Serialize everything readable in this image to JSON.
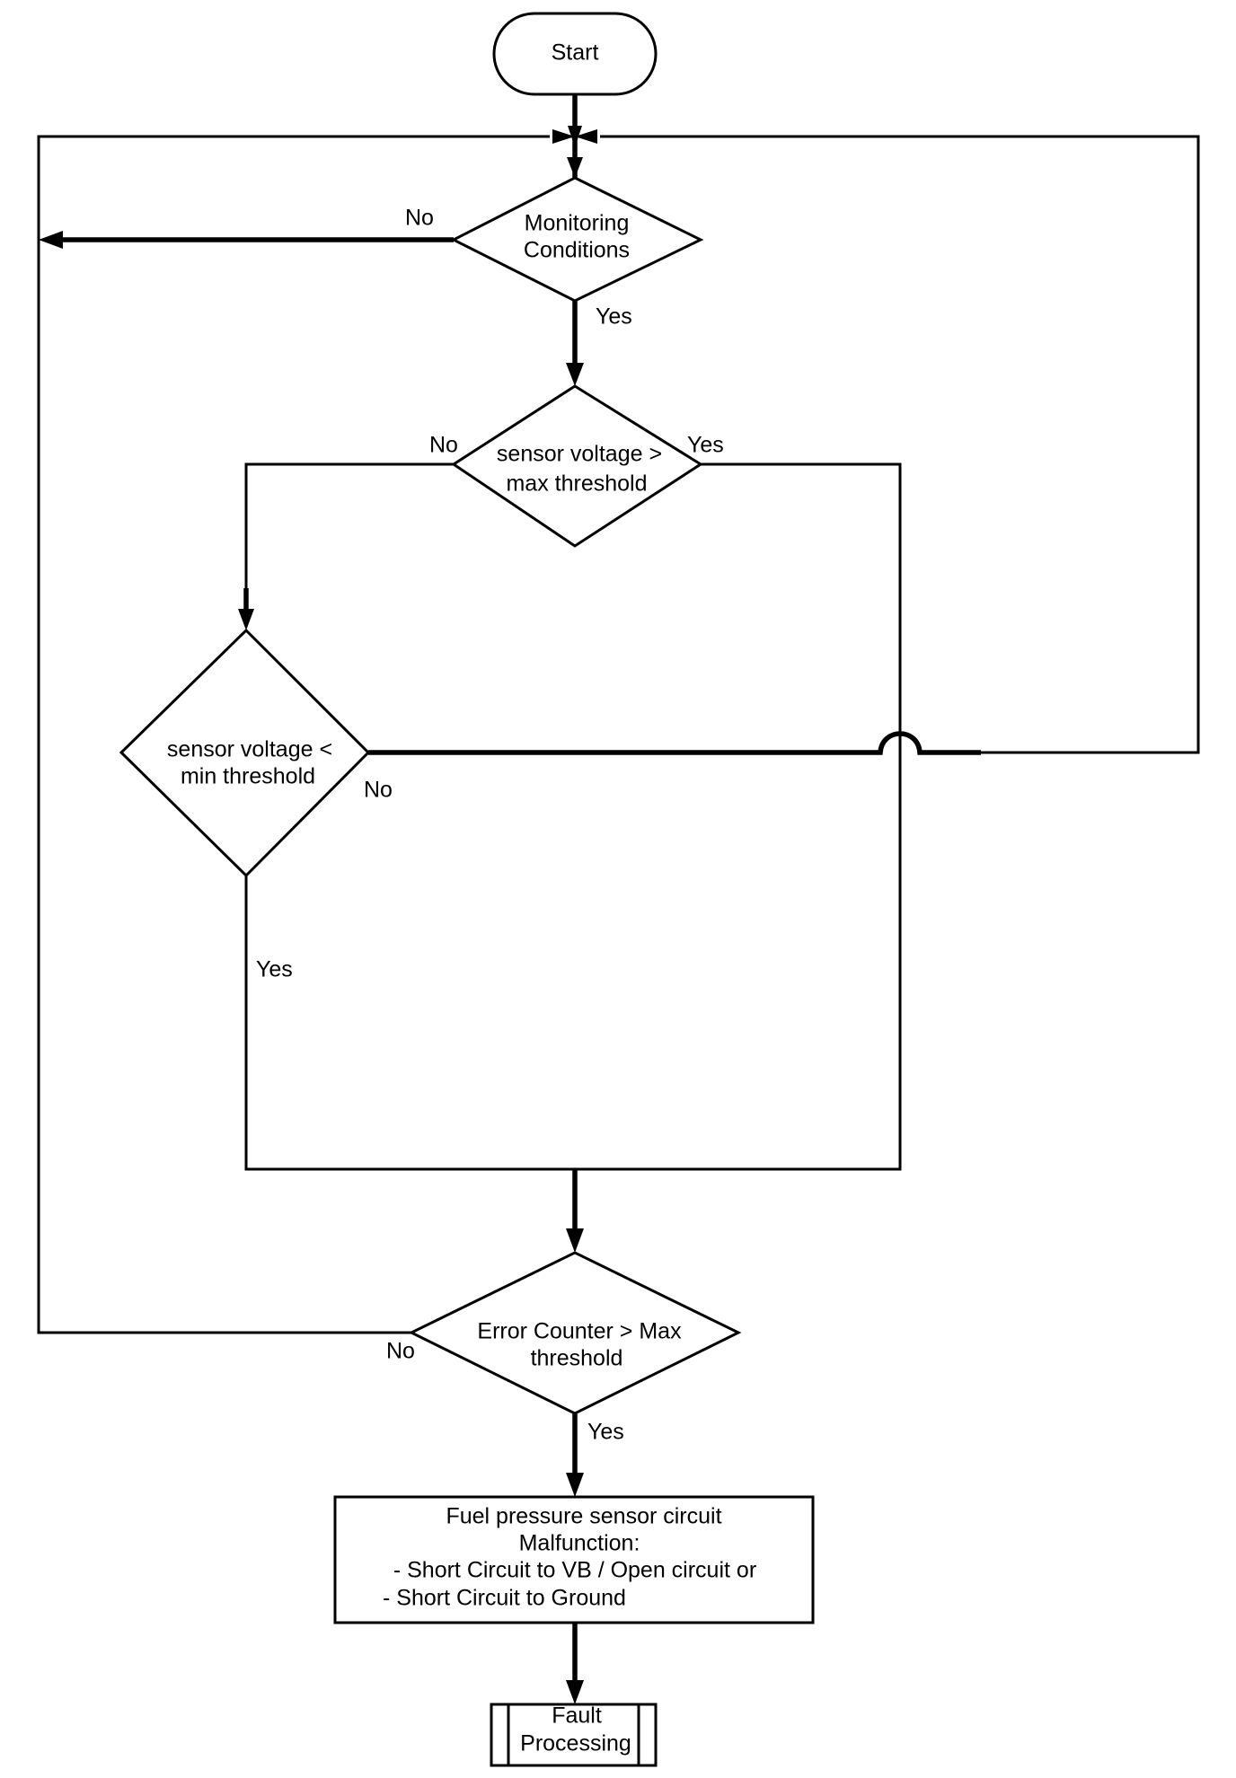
{
  "nodes": {
    "start": "Start",
    "monitoring": [
      "Monitoring",
      "Conditions"
    ],
    "max_check": [
      "sensor voltage >",
      "max threshold"
    ],
    "min_check": [
      "sensor voltage <",
      "min threshold"
    ],
    "error_counter": [
      "Error Counter > Max",
      "threshold"
    ],
    "malfunction": [
      "Fuel pressure sensor circuit",
      "Malfunction:",
      "- Short Circuit to VB / Open circuit or",
      "- Short Circuit to Ground"
    ],
    "fault_processing": [
      "Fault",
      "Processing"
    ]
  },
  "edge_labels": {
    "monitoring_no": "No",
    "monitoring_yes": "Yes",
    "max_no": "No",
    "max_yes": "Yes",
    "min_no": "No",
    "min_yes": "Yes",
    "error_no": "No",
    "error_yes": "Yes"
  }
}
